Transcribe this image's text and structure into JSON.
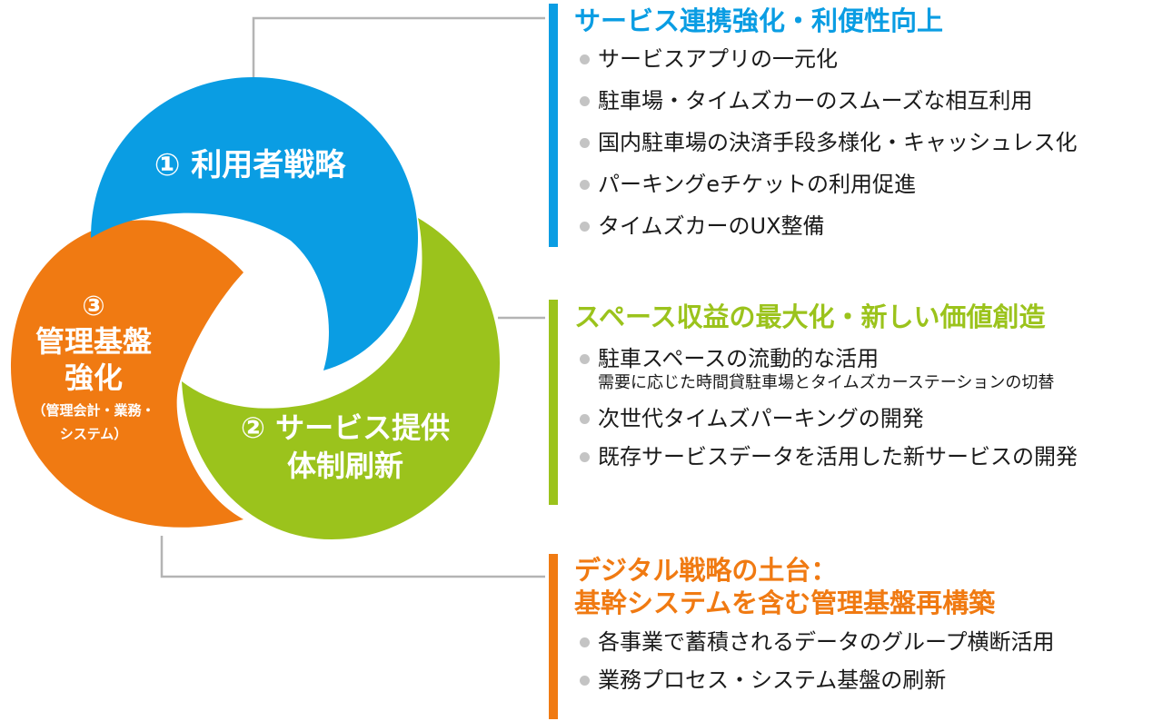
{
  "colors": {
    "blue": "#0a9de3",
    "green": "#9bc31c",
    "orange": "#f07a12",
    "bullet": "#c4c4c4",
    "connector": "#b4b4b4"
  },
  "rings": {
    "r1": {
      "label": "① 利用者戦略",
      "color": "blue"
    },
    "r2": {
      "label_line1": "② サービス提供",
      "label_line2": "体制刷新",
      "color": "green"
    },
    "r3": {
      "num": "③",
      "label_line1": "管理基盤",
      "label_line2": "強化",
      "sub_line1": "（管理会計・業務・",
      "sub_line2": "システム）",
      "color": "orange"
    }
  },
  "sections": [
    {
      "title": "サービス連携強化・利便性向上",
      "color": "blue",
      "items": [
        "サービスアプリの一元化",
        "駐車場・タイムズカーのスムーズな相互利用",
        "国内駐車場の決済手段多様化・キャッシュレス化",
        "パーキングeチケットの利用促進",
        "タイムズカーのUX整備"
      ]
    },
    {
      "title": "スペース収益の最大化・新しい価値創造",
      "color": "green",
      "items": [
        "駐車スペースの流動的な活用",
        "次世代タイムズパーキングの開発",
        "既存サービスデータを活用した新サービスの開発"
      ],
      "item_note": "需要に応じた時間貸駐車場とタイムズカーステーションの切替"
    },
    {
      "title_line1": "デジタル戦略の土台：",
      "title_line2": "基幹システムを含む管理基盤再構築",
      "color": "orange",
      "items": [
        "各事業で蓄積されるデータのグループ横断活用",
        "業務プロセス・システム基盤の刷新"
      ]
    }
  ]
}
